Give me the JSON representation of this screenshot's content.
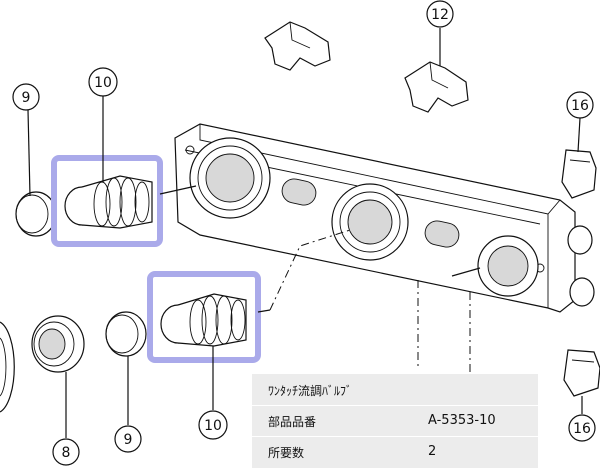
{
  "callouts": {
    "c9a": "9",
    "c10a": "10",
    "c12": "12",
    "c16a": "16",
    "c9b": "9",
    "c10b": "10",
    "c8": "8",
    "c16b": "16"
  },
  "info": {
    "product_name": "ﾜﾝﾀｯﾁ流調ﾊﾞﾙﾌﾞ",
    "part_number_label": "部品品番",
    "part_number_value": "A-5353-10",
    "quantity_label": "所要数",
    "quantity_value": "2"
  },
  "colors": {
    "highlight": "#aaaaea",
    "panel": "#ececec"
  }
}
